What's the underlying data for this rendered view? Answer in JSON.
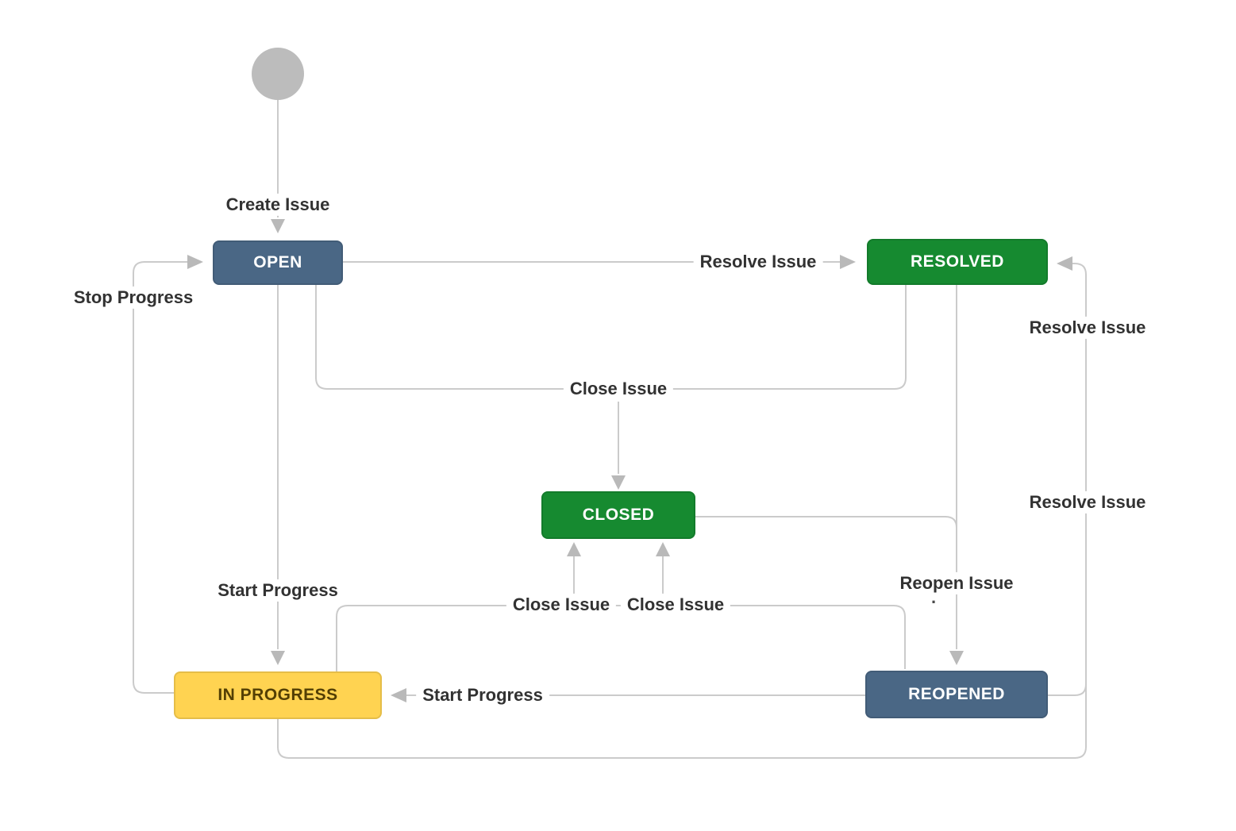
{
  "diagram": {
    "type": "workflow",
    "nodes": {
      "open": {
        "label": "OPEN",
        "color": "#4a6785",
        "text_color": "#ffffff"
      },
      "resolved": {
        "label": "RESOLVED",
        "color": "#168a30",
        "text_color": "#ffffff"
      },
      "closed": {
        "label": "CLOSED",
        "color": "#168a30",
        "text_color": "#ffffff"
      },
      "in_progress": {
        "label": "IN PROGRESS",
        "color": "#ffd351",
        "text_color": "#533f04"
      },
      "reopened": {
        "label": "REOPENED",
        "color": "#4a6785",
        "text_color": "#ffffff"
      }
    },
    "transition_labels": {
      "create_issue": "Create Issue",
      "resolve_issue_open": "Resolve Issue",
      "stop_progress": "Stop Progress",
      "close_issue_top": "Close Issue",
      "start_progress_open": "Start Progress",
      "close_issue_inprogress": "Close Issue",
      "close_issue_reopened": "Close Issue",
      "reopen_issue": "Reopen Issue",
      "stray_dot": ".",
      "start_progress_reopened": "Start Progress",
      "resolve_issue_right_upper": "Resolve Issue",
      "resolve_issue_right_lower": "Resolve Issue"
    },
    "colors": {
      "background": "#ffffff",
      "line": "#cbcbcb",
      "arrowhead": "#b9b9b9",
      "start_circle": "#bcbcbc",
      "label_text": "#323232",
      "slate": "#4a6785",
      "green": "#168a30",
      "yellow": "#ffd351"
    }
  }
}
